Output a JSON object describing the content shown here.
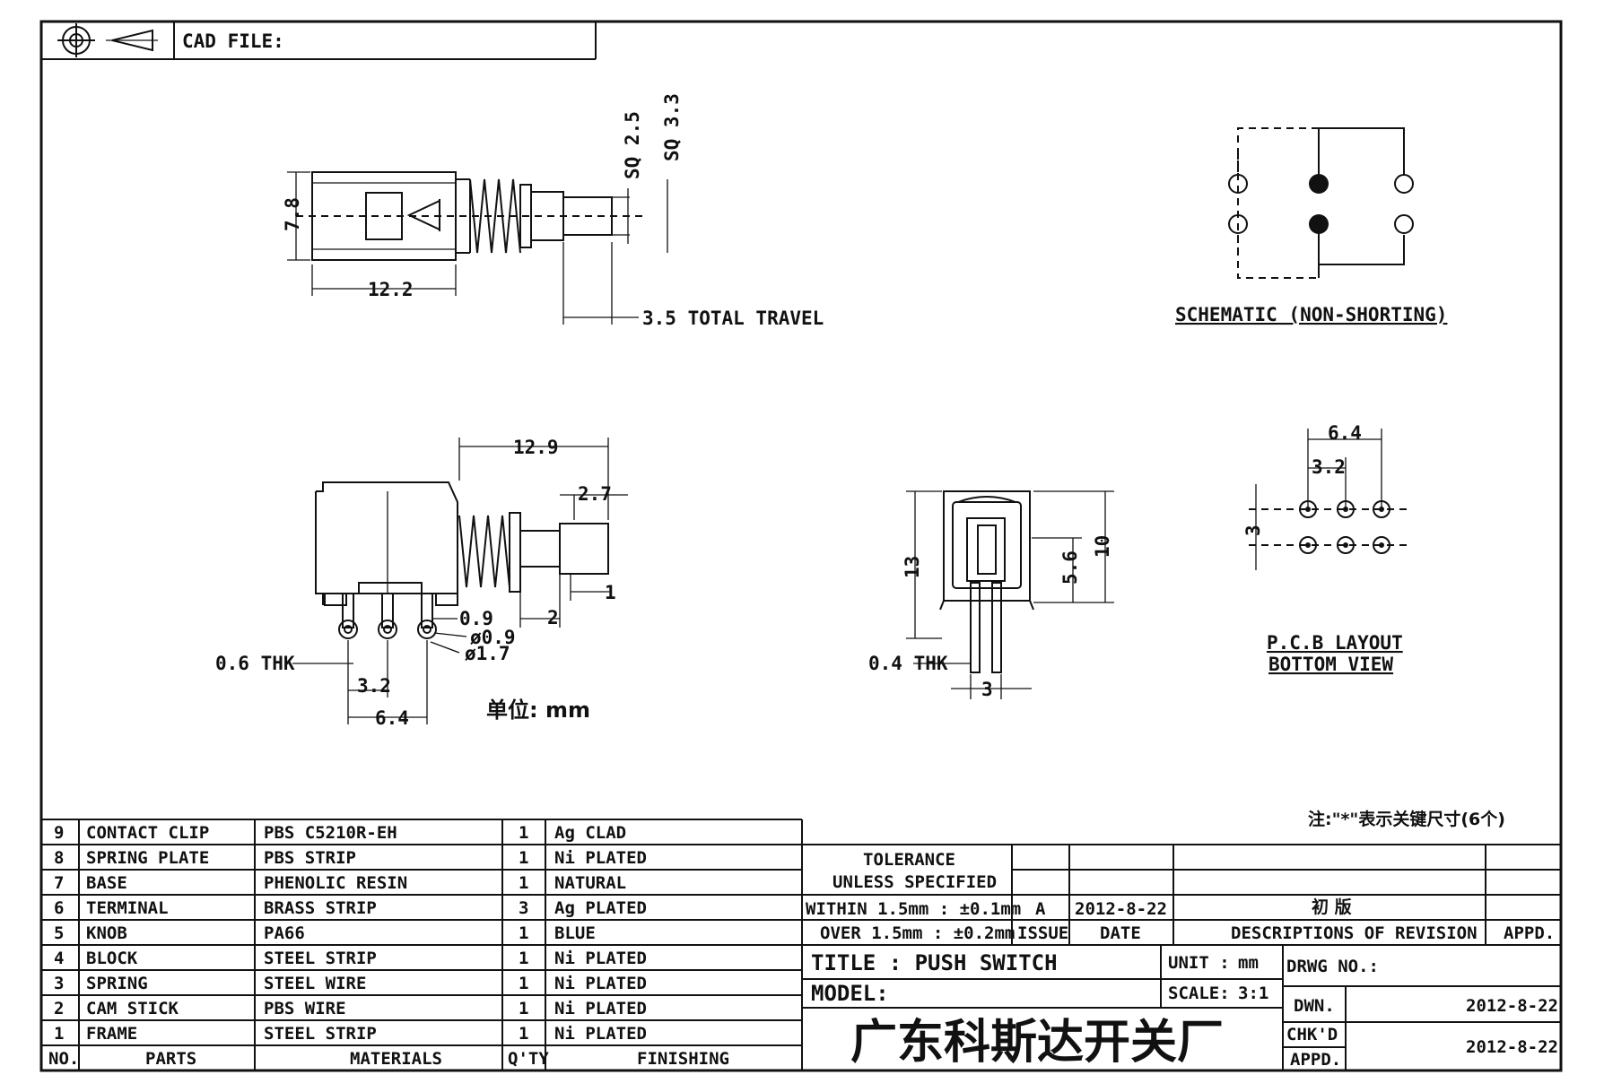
{
  "title_block": {
    "cad_file_label": "CAD FILE:",
    "company": "广东科斯达开关厂",
    "title_label": "TITLE : PUSH SWITCH",
    "model_label": "MODEL:",
    "unit_label": "UNIT :",
    "unit_value": "mm",
    "scale_label": "SCALE:",
    "scale_value": "3:1",
    "drwg_no_label": "DRWG NO.:",
    "dwn_label": "DWN.",
    "dwn_date": "2012-8-22",
    "chkd_label": "CHK'D",
    "appd_label": "APPD.",
    "chkd_appd_date": "2012-8-22"
  },
  "tolerance": {
    "line1": "TOLERANCE",
    "line2": "UNLESS SPECIFIED",
    "within": "WITHIN 1.5mm : ±0.1mm",
    "over": "OVER 1.5mm : ±0.2mm"
  },
  "revision": {
    "issue": "A",
    "date": "2012-8-22",
    "description": "初 版",
    "headers": {
      "issue": "ISSUE",
      "date": "DATE",
      "description": "DESCRIPTIONS OF REVISION",
      "appd": "APPD."
    }
  },
  "bom": {
    "headers": {
      "no": "NO.",
      "parts": "PARTS",
      "materials": "MATERIALS",
      "qty": "Q'TY",
      "finishing": "FINISHING"
    },
    "rows": [
      {
        "no": "9",
        "part": "CONTACT CLIP",
        "material": "PBS C5210R-EH",
        "qty": "1",
        "finishing": "Ag CLAD"
      },
      {
        "no": "8",
        "part": "SPRING PLATE",
        "material": "PBS STRIP",
        "qty": "1",
        "finishing": "Ni PLATED"
      },
      {
        "no": "7",
        "part": "BASE",
        "material": "PHENOLIC RESIN",
        "qty": "1",
        "finishing": "NATURAL"
      },
      {
        "no": "6",
        "part": "TERMINAL",
        "material": "BRASS STRIP",
        "qty": "3",
        "finishing": "Ag PLATED"
      },
      {
        "no": "5",
        "part": "KNOB",
        "material": "PA66",
        "qty": "1",
        "finishing": "BLUE"
      },
      {
        "no": "4",
        "part": "BLOCK",
        "material": "STEEL STRIP",
        "qty": "1",
        "finishing": "Ni PLATED"
      },
      {
        "no": "3",
        "part": "SPRING",
        "material": "STEEL WIRE",
        "qty": "1",
        "finishing": "Ni PLATED"
      },
      {
        "no": "2",
        "part": "CAM STICK",
        "material": "PBS WIRE",
        "qty": "1",
        "finishing": "Ni PLATED"
      },
      {
        "no": "1",
        "part": "FRAME",
        "material": "STEEL STRIP",
        "qty": "1",
        "finishing": "Ni PLATED"
      }
    ]
  },
  "notes": {
    "key_note": "注:\"*\"表示关键尺寸(6个)",
    "unit_note": "单位: mm",
    "schematic_label": "SCHEMATIC (NON-SHORTING)",
    "pcb_label_1": "P.C.B LAYOUT",
    "pcb_label_2": "BOTTOM VIEW"
  },
  "dimensions": {
    "d_7_8": "7.8",
    "d_12_2": "12.2",
    "d_sq_2_5": "SQ 2.5",
    "d_sq_3_3": "SQ 3.3",
    "d_travel": "3.5 TOTAL TRAVEL",
    "d_12_9": "12.9",
    "d_2_7": "2.7",
    "d_1": "1",
    "d_2": "2",
    "d_0_9": "0.9",
    "d_phi_0_9": "ø0.9",
    "d_phi_1_7": "ø1.7",
    "d_0_6_thk": "0.6 THK",
    "d_3_2": "3.2",
    "d_6_4": "6.4",
    "d_13": "13",
    "d_10": "10",
    "d_5_6": "5.6",
    "d_0_4_thk": "0.4 THK",
    "d_3": "3",
    "pcb_6_4": "6.4",
    "pcb_3_2": "3.2",
    "pcb_3": "3"
  }
}
